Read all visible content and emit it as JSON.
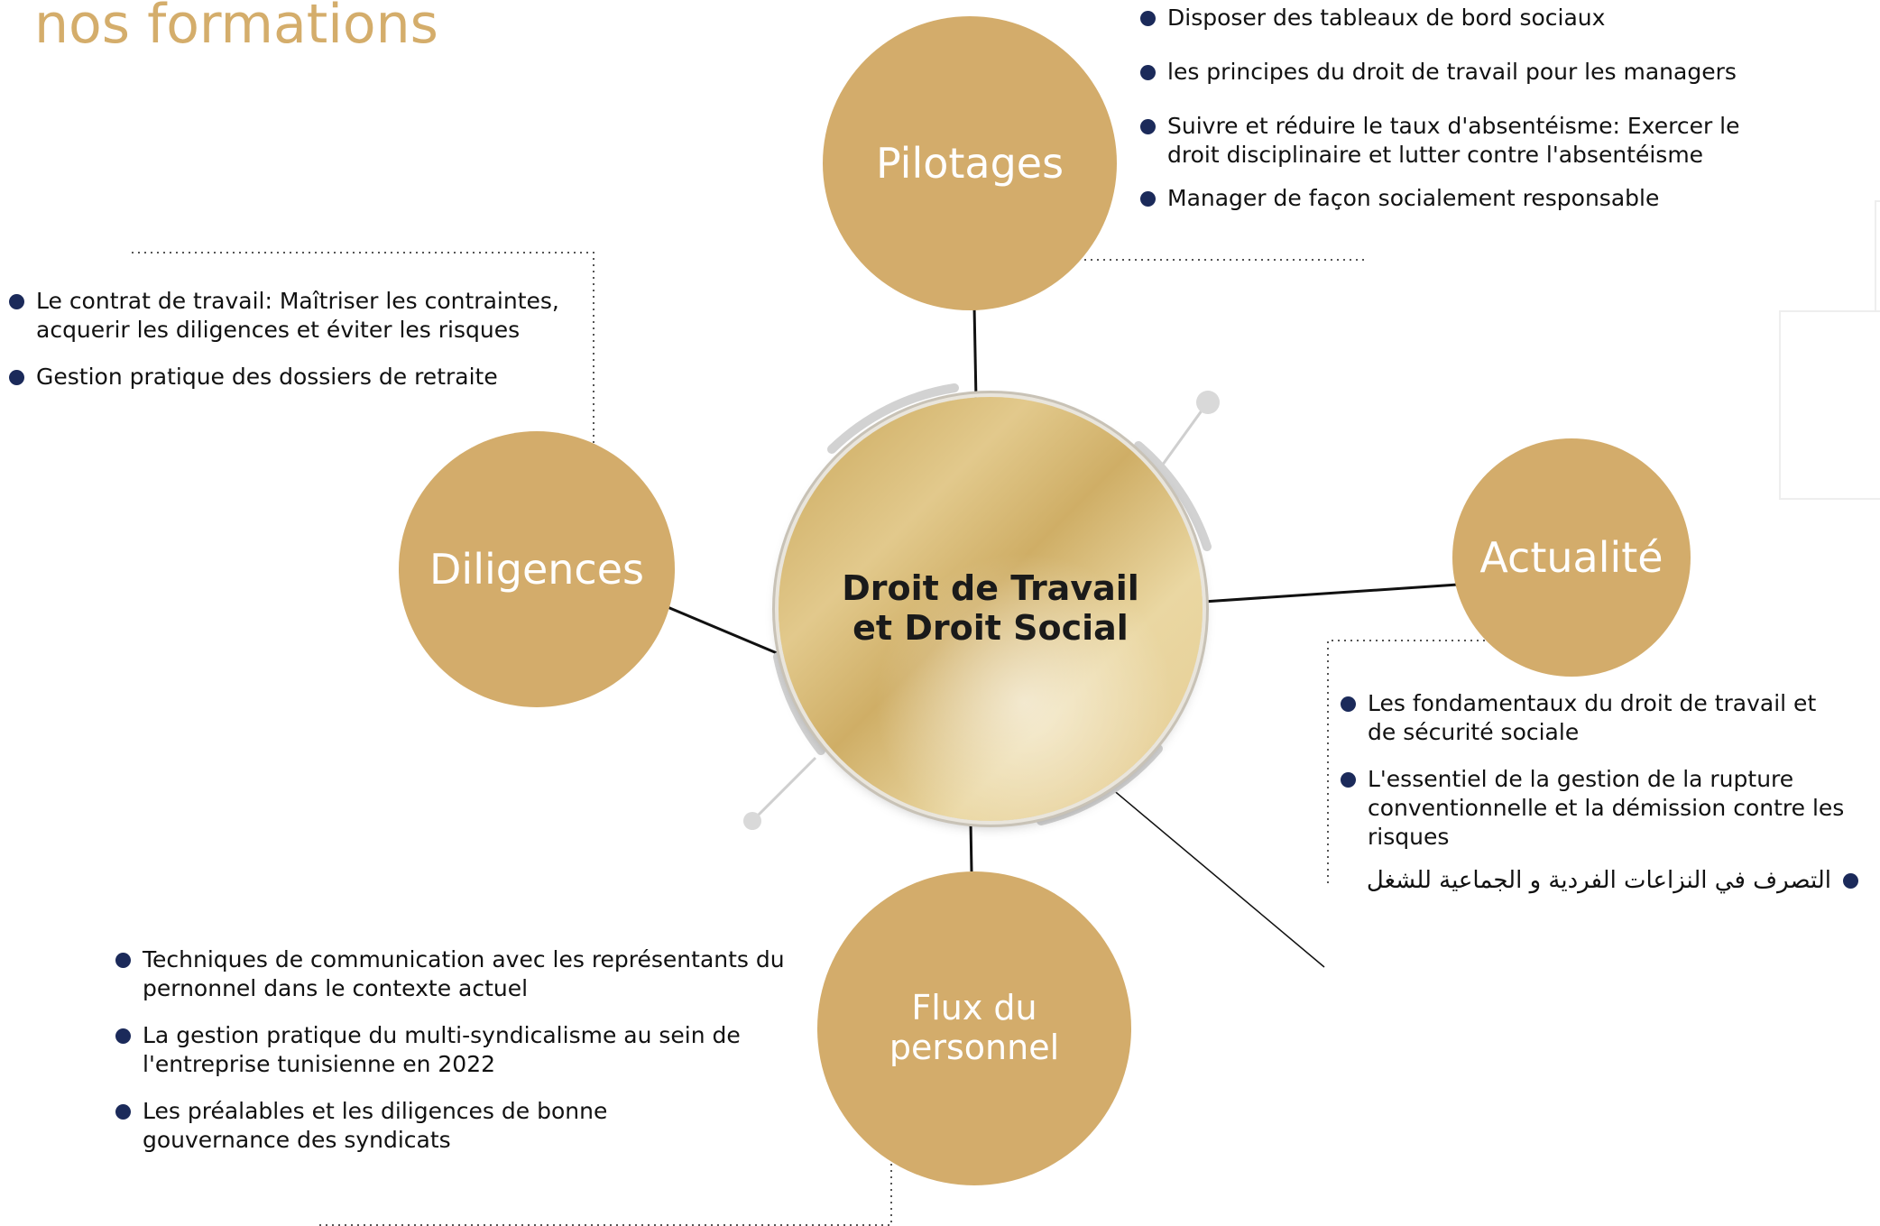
{
  "page": {
    "title": "nos formations"
  },
  "hub": {
    "line1": "Droit de Travail",
    "line2": "et Droit Social"
  },
  "nodes": {
    "pilotages": {
      "label": "Pilotages"
    },
    "diligences": {
      "label": "Diligences"
    },
    "actualite": {
      "label": "Actualité"
    },
    "flux": {
      "line1": "Flux du",
      "line2": "personnel"
    }
  },
  "lists": {
    "pilotages": [
      "Disposer des tableaux de bord sociaux",
      "les principes du droit de travail pour les managers",
      "Suivre et réduire le taux d'absentéisme: Exercer le droit disciplinaire et lutter contre l'absentéisme",
      "Manager de façon socialement responsable"
    ],
    "diligences": [
      "Le contrat de travail: Maîtriser les contraintes, acquerir les diligences et éviter les risques",
      "Gestion pratique des dossiers de retraite"
    ],
    "actualite": [
      "Les fondamentaux du droit de travail et de sécurité sociale",
      "L'essentiel de la gestion de la rupture conventionnelle et la démission contre les risques"
    ],
    "actualite_arabic": "التصرف في النزاعات الفردية و الجماعية للشغل",
    "flux": [
      "Techniques de communication avec les représentants du pernonnel dans le contexte actuel",
      "La gestion pratique du multi-syndicalisme au sein de l'entreprise tunisienne en 2022",
      "Les préalables et les diligences de bonne gouvernance des syndicats"
    ]
  },
  "colors": {
    "title": "#d4ad6b",
    "node": "#d3ac6b",
    "node_text": "#ffffff",
    "bullet": "#1b2a5a",
    "text": "#111111",
    "connector": "#111111",
    "dotted": "#555555"
  }
}
